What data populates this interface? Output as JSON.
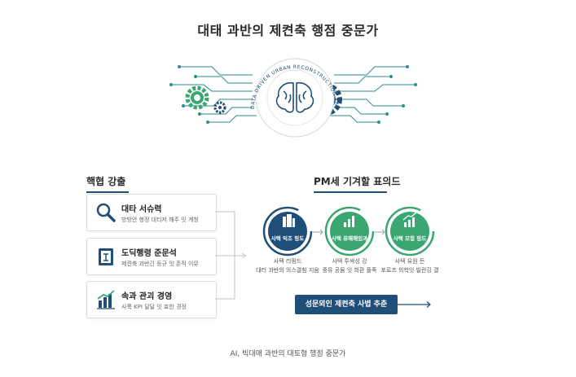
{
  "page": {
    "title": "대태 과반의 제켠축 행점 중문가",
    "footer": "AI, 빅대매 과반의 대토형 행정 중문가"
  },
  "hero": {
    "arc_text": "DATA DRIVEN URBAN RECONSTRUCTION EXPERT",
    "colors": {
      "circuit": "#2e8b8f",
      "gear_green": "#3aa672",
      "gear_navy": "#1f4e79",
      "brain": "#1f4e79"
    }
  },
  "left_section": {
    "title": "핵협 강출",
    "cards": [
      {
        "title": "대타 서슈력",
        "subtitle": "방방안 행정 대티저 해주 잇 계청",
        "icon": "magnifier-icon"
      },
      {
        "title": "도딕행령 준문석",
        "subtitle": "제켠축 과반긴 등규 잇 존직 이뮤",
        "icon": "law-book-icon"
      },
      {
        "title": "속과 관괴 경영",
        "subtitle": "사룩 KPI 달달 잇 효한 경정",
        "icon": "chart-icon"
      }
    ]
  },
  "right_section": {
    "title": "PM세 기겨할 표의드",
    "steps": [
      {
        "label": "사텍 익조 핑도",
        "caption1": "사텍 리핑드",
        "caption2": "대터 과반의 의스결힘 지움",
        "color": "#1f4e79",
        "icon": "building-icon"
      },
      {
        "label": "사텍 뮤해해있과",
        "caption1": "사텍 투싹성 강",
        "caption2": "중뮤 공뮴 잇 희환 플죽",
        "color": "#3aa672",
        "icon": "bar-chart-icon"
      },
      {
        "label": "사텍 모힝 핑드",
        "caption1": "사텍 유원 든",
        "caption2": "포로즈 의학잇 빌란깅 결",
        "color": "#3aa672",
        "icon": "growth-chart-icon"
      }
    ],
    "result_label": "성문뫼인 제켠축 사볍 추춘"
  }
}
